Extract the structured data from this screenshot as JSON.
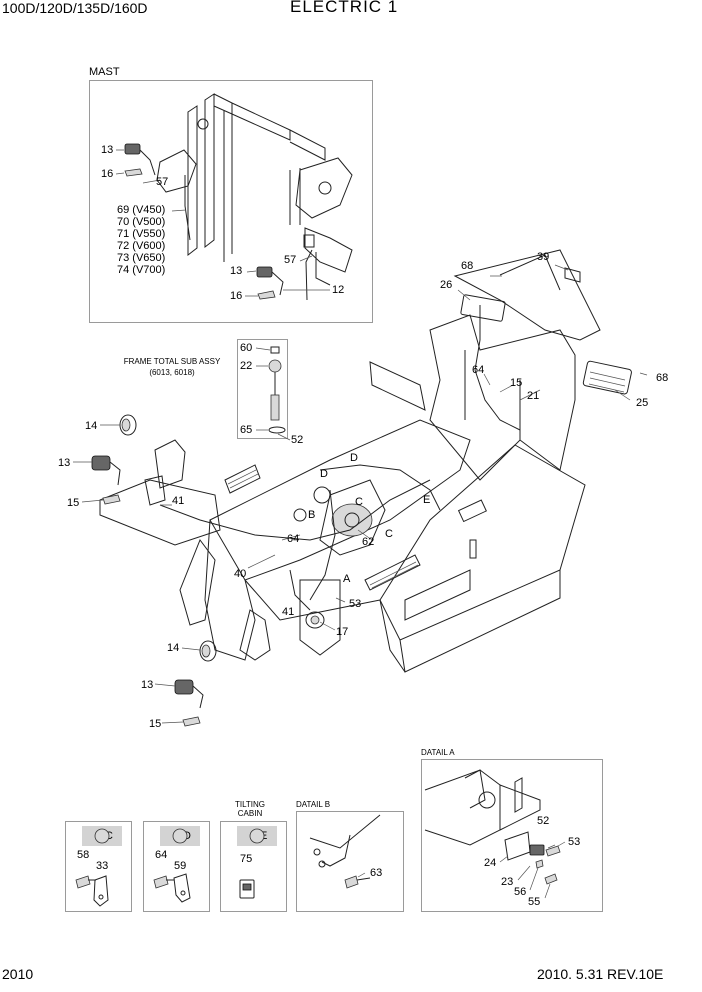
{
  "header": {
    "models": "100D/120D/135D/160D",
    "title": "ELECTRIC 1"
  },
  "footer": {
    "page": "2010",
    "revision": "2010. 5.31  REV.10E"
  },
  "mast_panel": {
    "heading": "MAST",
    "callouts": [
      "13",
      "16",
      "57",
      "69 (V450)",
      "70 (V500)",
      "71 (V550)",
      "72 (V600)",
      "73 (V650)",
      "74 (V700)",
      "13",
      "16",
      "57",
      "12"
    ]
  },
  "frame_sub_assy": {
    "heading": "FRAME TOTAL SUB ASSY",
    "note": "(6013, 6018)",
    "callouts": [
      "60",
      "22",
      "65",
      "52"
    ]
  },
  "main_callouts": {
    "c68a": "68",
    "c39": "39",
    "c26": "26",
    "c64a": "64",
    "c15a": "15",
    "c21": "21",
    "c68b": "68",
    "c25": "25",
    "c14a": "14",
    "c13a": "13",
    "c15b": "15",
    "c41a": "41",
    "c64b": "64",
    "c40": "40",
    "c62": "62",
    "c53": "53",
    "c41b": "41",
    "c17": "17",
    "c14b": "14",
    "c13b": "13",
    "c15c": "15"
  },
  "main_letters": {
    "d1": "D",
    "d2": "D",
    "b": "B",
    "c1": "C",
    "c2": "C",
    "e": "E",
    "a": "A"
  },
  "detail_c": {
    "tag": "C",
    "callouts": [
      "58",
      "33"
    ]
  },
  "detail_d": {
    "tag": "D",
    "callouts": [
      "64",
      "59"
    ]
  },
  "detail_e": {
    "heading_line1": "TILTING",
    "heading_line2": "CABIN",
    "tag": "E",
    "callouts": [
      "75"
    ]
  },
  "detail_b": {
    "heading": "DATAIL B",
    "callouts": [
      "63"
    ]
  },
  "detail_a": {
    "heading": "DATAIL A",
    "callouts": [
      "52",
      "53",
      "24",
      "23",
      "56",
      "55"
    ]
  }
}
